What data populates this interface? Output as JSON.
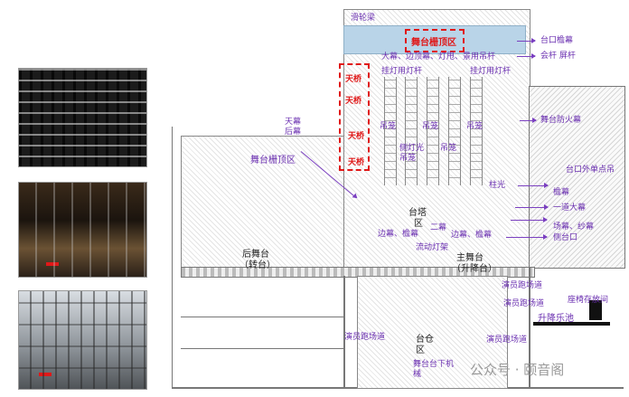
{
  "photos": [
    "photo-grid-ceiling",
    "photo-stage-machinery",
    "photo-under-stage"
  ],
  "labels": {
    "pulley_beam": "滑轮梁",
    "grid_zone_top": "舞台栅顶区",
    "proscenium_border": "台口檐幕",
    "battens_list": "大幕、边顶幕、灯甩、景用吊杆",
    "pipe_battens": "会杆 屏杆",
    "light_batten_1": "挂灯用灯杆",
    "light_batten_2": "挂灯用灯杆",
    "catwalk": [
      "天桥",
      "天桥",
      "天桥",
      "天桥"
    ],
    "cyc_back": [
      "天幕",
      "后幕"
    ],
    "grid_zone_rear": "舞台栅顶区",
    "light_cage": [
      "吊笼",
      "吊笼",
      "吊笼",
      "吊笼"
    ],
    "side_light_cage": [
      "侧灯光",
      "吊笼"
    ],
    "fire_curtain": "舞台防火幕",
    "column_light": "柱光",
    "proscenium_point_hoist": "台口外单点吊",
    "valance": "檐幕",
    "main_curtain": "一道大幕",
    "scene_gauze": "场幕、纱幕",
    "side_portal": "侧台口",
    "fly_tower": [
      "台塔",
      "区"
    ],
    "second_curtain": "二幕",
    "legs_borders_1": "边幕、檐幕",
    "legs_borders_2": "边幕、檐幕",
    "mobile_light_tower": "流动灯架",
    "rear_stage": [
      "后舞台",
      "（转台）"
    ],
    "main_stage": [
      "主舞台",
      "（升降台）"
    ],
    "crossover": [
      "演员跑场道",
      "演员跑场道",
      "演员跑场道",
      "演员跑场道"
    ],
    "seat_storage": "座椅存放间",
    "orchestra_lift": "升降乐池",
    "understage": [
      "台仓",
      "区"
    ],
    "understage_machinery": [
      "舞台台下机",
      "械"
    ]
  },
  "watermark": "公众号 · 颐音阁"
}
